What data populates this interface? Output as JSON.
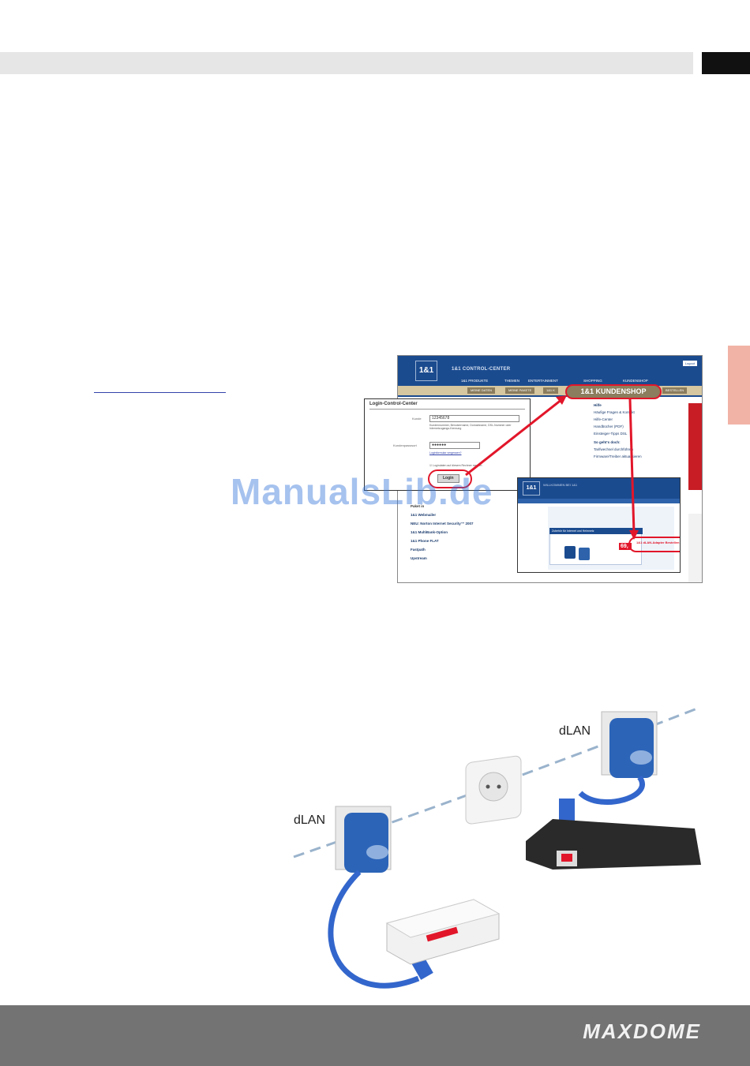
{
  "screenshot": {
    "header": {
      "logo": "1&1",
      "title": "1&1 CONTROL-CENTER",
      "logout": "Logout",
      "nav": [
        "1&1 PRODUKTE",
        "THEMEN",
        "ENTERTAINMENT",
        "SHOPPING",
        "KUNDENSHOP"
      ],
      "subtabs": [
        "MEINE DATEN",
        "MEINE PAKETE",
        "1&1 K"
      ],
      "kundenshop_highlight": "1&1 KUNDENSHOP",
      "bestellen": "BESTELLEN"
    },
    "hilfe": {
      "title": "Hilfe",
      "items": [
        "Häufige Fragen & Kontakt",
        "Hilfe-Center",
        "Handbücher (PDF)",
        "Einsteiger-Tipps DSL"
      ],
      "so_gehts": "So geht's doch:",
      "so_gehts_items": [
        "Tarifwechsel durchführen",
        "Firmware/Treiber aktualisieren"
      ]
    },
    "paket_list": {
      "heading": "Paket in",
      "items": [
        "1&1 Webmailer",
        "NEU: Norton Internet Security™ 2007",
        "1&1 MultiBank-Option",
        "1&1 Phone FLAT",
        "Fastpath",
        "Upstream"
      ]
    },
    "login": {
      "title": "Login-Control-Center",
      "user_label": "Kunde",
      "user_value": "12345678",
      "hint": "Kundennummer, Benutzername, Domainname, DSL-Nummer oder Internetzugangs-Kennung",
      "password_label": "Kundenpasswort",
      "password_value": "●●●●●●",
      "forgot": "Loginformular vergessen?",
      "remember": "Logindaten auf diesem Rechner merken",
      "button": "Login"
    },
    "shop": {
      "logo": "1&1",
      "title": "WILLKOMMEN BEI 1&1",
      "offer_header": "Zubehör für Internet und Heimnetz",
      "price": "69,-",
      "order": "1&1 dLAN-Adapter Bestellen"
    }
  },
  "watermark": "ManualsLib.de",
  "illustration": {
    "label_left": "dLAN",
    "label_right": "dLAN"
  },
  "footer": {
    "brand": "MAXDOME"
  },
  "colors": {
    "accent_red": "#e2162a",
    "brand_blue": "#1b4b8f",
    "footer_gray": "#737373",
    "side_tab": "#f1b3a6"
  }
}
